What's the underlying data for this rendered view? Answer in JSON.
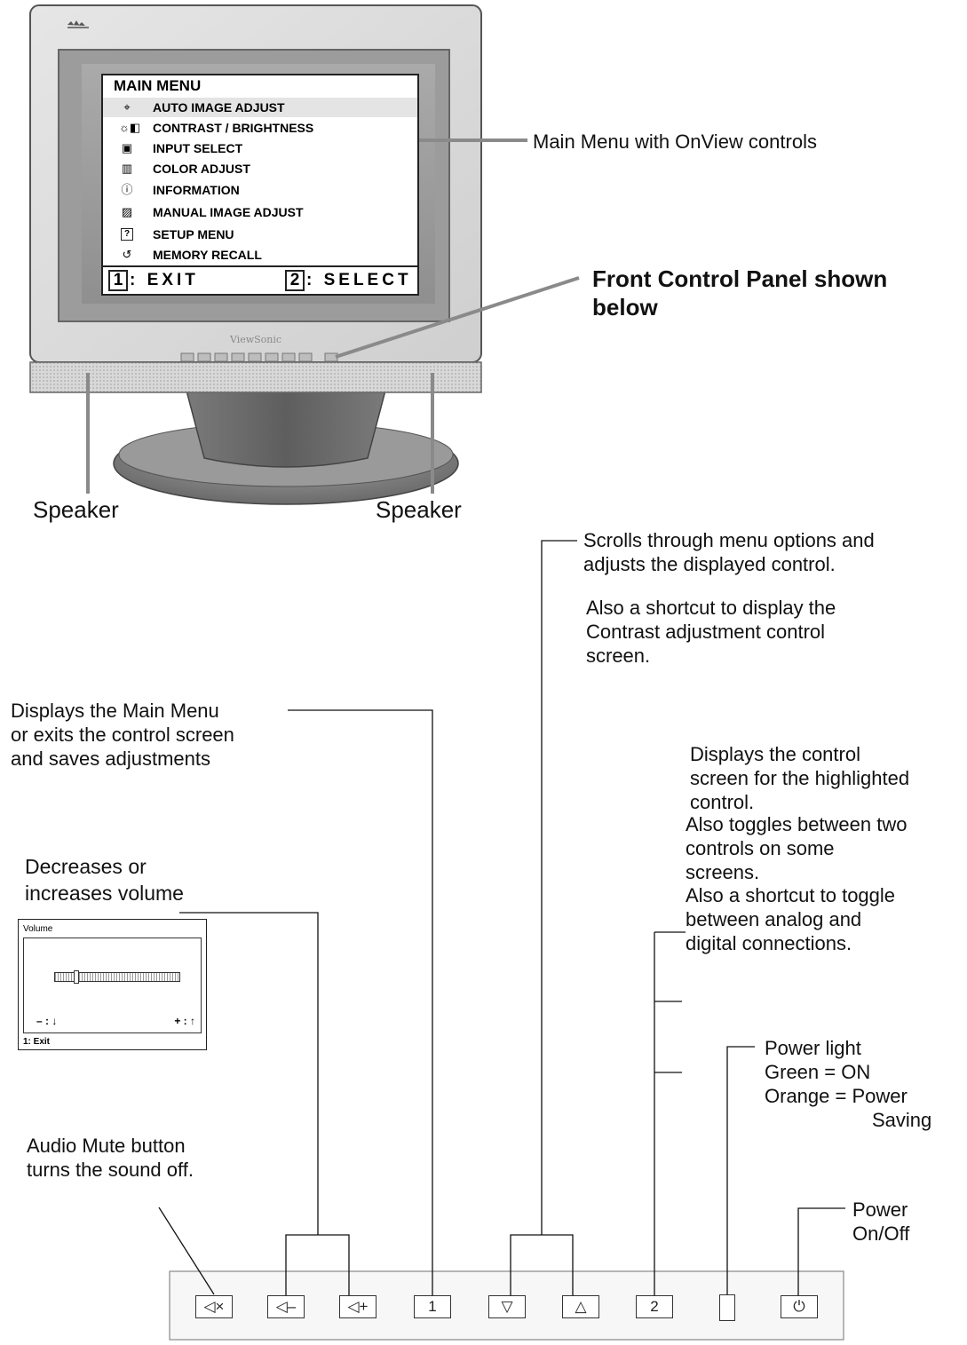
{
  "main_menu": {
    "title": "MAIN MENU",
    "items": [
      {
        "icon": "crosshair-icon",
        "glyph": "⌖",
        "label": "AUTO IMAGE ADJUST"
      },
      {
        "icon": "sun-contrast-icon",
        "glyph": "☼◧",
        "label": "CONTRAST / BRIGHTNESS"
      },
      {
        "icon": "input-icon",
        "glyph": "▣",
        "label": "INPUT SELECT"
      },
      {
        "icon": "color-bars-icon",
        "glyph": "▥",
        "label": "COLOR ADJUST"
      },
      {
        "icon": "info-icon",
        "glyph": "ⓘ",
        "label": "INFORMATION"
      },
      {
        "icon": "image-icon",
        "glyph": "▨",
        "label": "MANUAL IMAGE ADJUST"
      },
      {
        "icon": "question-icon",
        "glyph": "?",
        "label": "SETUP MENU"
      },
      {
        "icon": "recall-icon",
        "glyph": "↺",
        "label": "MEMORY RECALL"
      }
    ],
    "footer_exit_key": "1",
    "footer_exit": ": EXIT",
    "footer_select_key": "2",
    "footer_select": ": SELECT"
  },
  "callouts": {
    "main_menu": "Main Menu with OnView controls",
    "front_panel": [
      "Front Control Panel shown",
      "below"
    ],
    "speaker_left": "Speaker",
    "speaker_right": "Speaker",
    "scroll": [
      "Scrolls through menu options and",
      "adjusts the displayed control."
    ],
    "contrast_shortcut": [
      "Also a shortcut to display the",
      "Contrast adjustment control",
      "screen."
    ],
    "main_menu_button": [
      "Displays the Main Menu",
      "or exits the control screen",
      "and saves adjustments"
    ],
    "select_button": [
      "Displays the control",
      "screen for the highlighted",
      "control."
    ],
    "toggle_controls": [
      "Also toggles between two",
      "controls on some",
      "screens."
    ],
    "toggle_connections": [
      "Also a shortcut to toggle",
      "between analog and",
      "digital connections."
    ],
    "volume": [
      "Decreases or",
      "increases volume"
    ],
    "mute": [
      "Audio Mute button",
      "turns the sound off."
    ],
    "power_light": [
      "Power light",
      "Green = ON",
      "Orange = Power",
      "Saving"
    ],
    "power_button": [
      "Power",
      "On/Off"
    ]
  },
  "volume_screen": {
    "title": "Volume",
    "minus": "– : ↓",
    "plus": "+ : ↑",
    "exit": "1: Exit",
    "level": 0.15
  },
  "panel_buttons": {
    "mute": "◁×",
    "vol_down": "◁–",
    "vol_up": "◁+",
    "button_1": "1",
    "down": "▽",
    "up": "△",
    "button_2": "2",
    "power_light": "",
    "power": "⏻"
  },
  "brand_text": "ViewSonic"
}
